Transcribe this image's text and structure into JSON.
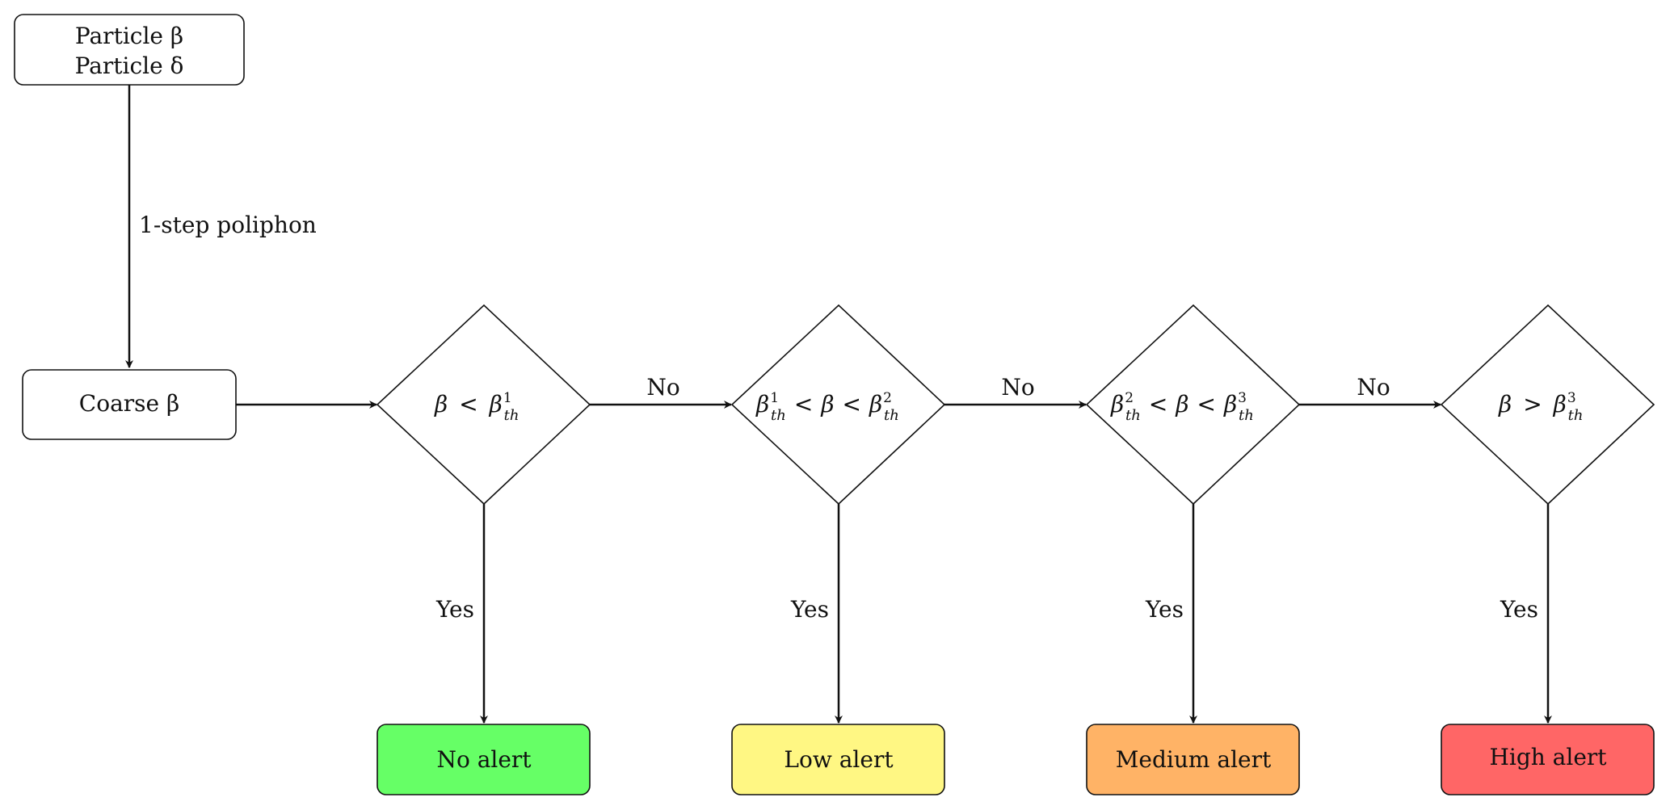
{
  "nodes": {
    "input": {
      "line1": "Particle β",
      "line2": "Particle δ"
    },
    "coarse": {
      "label": "Coarse β"
    },
    "d1": {
      "pre": "β",
      "op1": "<",
      "post": "β",
      "post_sup": "1",
      "post_sub": "th"
    },
    "d2": {
      "pre": "β",
      "pre_sup": "1",
      "pre_sub": "th",
      "op1": "<",
      "mid": "β",
      "op2": "<",
      "post": "β",
      "post_sup": "2",
      "post_sub": "th"
    },
    "d3": {
      "pre": "β",
      "pre_sup": "2",
      "pre_sub": "th",
      "op1": "<",
      "mid": "β",
      "op2": "<",
      "post": "β",
      "post_sup": "3",
      "post_sub": "th"
    },
    "d4": {
      "pre": "β",
      "op1": ">",
      "post": "β",
      "post_sup": "3",
      "post_sub": "th"
    },
    "out1": {
      "label": "No alert",
      "color": "#66ff66"
    },
    "out2": {
      "label": "Low alert",
      "color": "#fff783"
    },
    "out3": {
      "label": "Medium alert",
      "color": "#ffb366"
    },
    "out4": {
      "label": "High alert",
      "color": "#ff6666"
    }
  },
  "edges": {
    "input_to_coarse": "1-step poliphon",
    "no_label": "No",
    "yes_label": "Yes"
  }
}
